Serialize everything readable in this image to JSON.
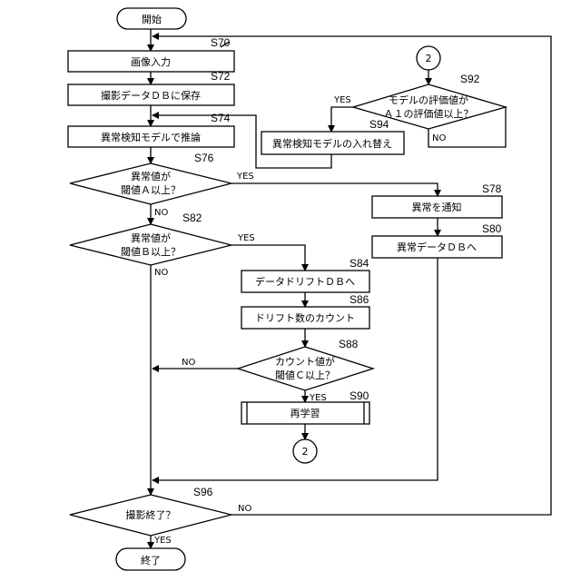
{
  "terminals": {
    "start": "開始",
    "end": "終了"
  },
  "steps": {
    "s70": {
      "id": "S70",
      "text": "画像入力"
    },
    "s72": {
      "id": "S72",
      "text": "撮影データＤＢに保存"
    },
    "s74": {
      "id": "S74",
      "text": "異常検知モデルで推論"
    },
    "s76": {
      "id": "S76",
      "line1": "異常値が",
      "line2": "閾値Ａ以上？"
    },
    "s78": {
      "id": "S78",
      "text": "異常を通知"
    },
    "s80": {
      "id": "S80",
      "text": "異常データＤＢへ"
    },
    "s82": {
      "id": "S82",
      "line1": "異常値が",
      "line2": "閾値Ｂ以上？"
    },
    "s84": {
      "id": "S84",
      "text": "データドリフトＤＢへ"
    },
    "s86": {
      "id": "S86",
      "text": "ドリフト数のカウント"
    },
    "s88": {
      "id": "S88",
      "line1": "カウント値が",
      "line2": "閾値Ｃ以上？"
    },
    "s90": {
      "id": "S90",
      "text": "再学習"
    },
    "s92": {
      "id": "S92",
      "line1": "モデルの評価値が",
      "line2": "Ａ１の評価値以上？"
    },
    "s94": {
      "id": "S94",
      "text": "異常検知モデルの入れ替え"
    },
    "s96": {
      "id": "S96",
      "text": "撮影終了？"
    }
  },
  "connector": "2",
  "labels": {
    "yes": "YES",
    "no": "NO"
  }
}
